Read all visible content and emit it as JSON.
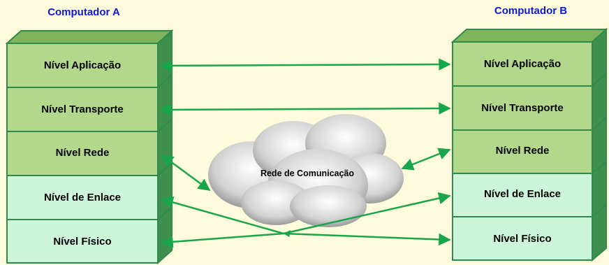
{
  "computer_a": {
    "title": "Computador A",
    "layers": [
      "Nível Aplicação",
      "Nível Transporte",
      "Nível Rede",
      "Nível de Enlace",
      "Nível Físico"
    ]
  },
  "computer_b": {
    "title": "Computador B",
    "layers": [
      "Nível Aplicação",
      "Nível Transporte",
      "Nível Rede",
      "Nível de Enlace",
      "Nível Físico"
    ]
  },
  "network": {
    "label": "Rede de Comunicação"
  },
  "colors": {
    "background": "#fffbdc",
    "upper_layer_fill": "#b3d88c",
    "lower_layer_fill": "#cdf5da",
    "box_stroke": "#2e8b4a",
    "arrow": "#19a64b",
    "title_text": "#0a1ad6"
  }
}
